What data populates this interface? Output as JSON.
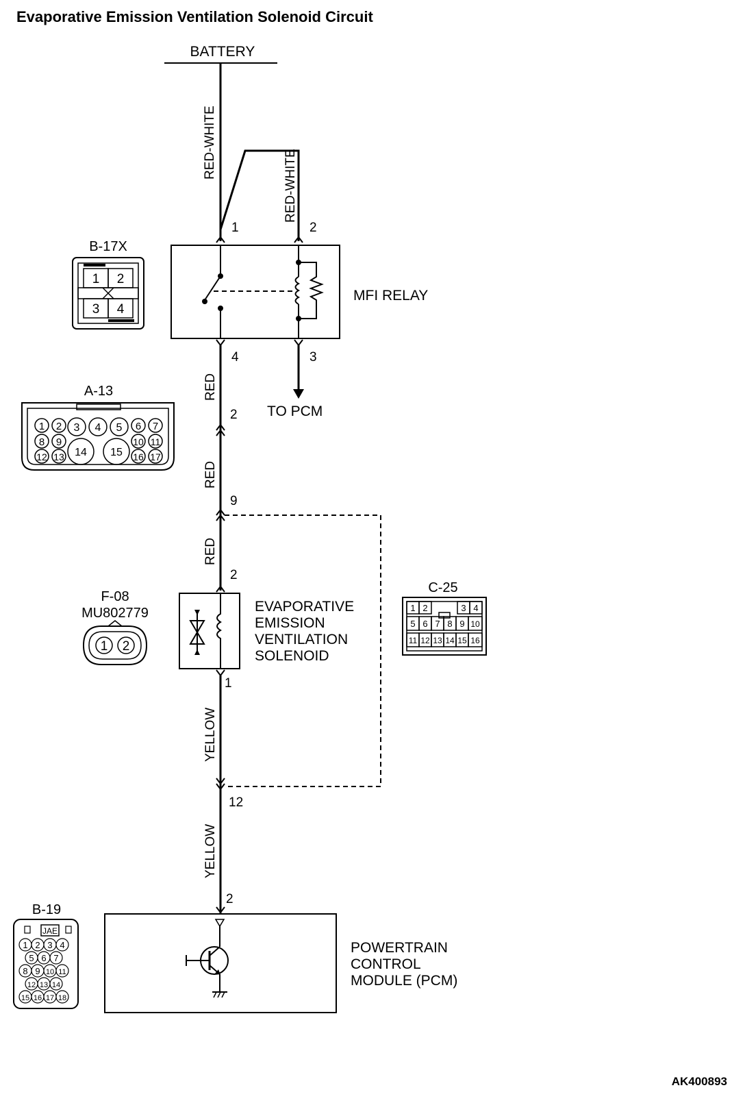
{
  "title": "Evaporative Emission Ventilation Solenoid Circuit",
  "figure_code": "AK400893",
  "battery_label": "BATTERY",
  "wires": {
    "red_white_1": "RED-WHITE",
    "red_white_2": "RED-WHITE",
    "red_a": "RED",
    "red_b": "RED",
    "red_c": "RED",
    "yellow_a": "YELLOW",
    "yellow_b": "YELLOW"
  },
  "terminals": {
    "relay_1": "1",
    "relay_2": "2",
    "relay_4": "4",
    "relay_3": "3",
    "a13_2": "2",
    "a13_9": "9",
    "sol_2": "2",
    "sol_1": "1",
    "c25_12": "12",
    "pcm_2": "2"
  },
  "components": {
    "mfi_relay": "MFI RELAY",
    "to_pcm": "TO PCM",
    "solenoid_lines": [
      "EVAPORATIVE",
      "EMISSION",
      "VENTILATION",
      "SOLENOID"
    ],
    "pcm_lines": [
      "POWERTRAIN",
      "CONTROL",
      "MODULE (PCM)"
    ]
  },
  "connectors": {
    "b17x": {
      "name": "B-17X",
      "pins": [
        "1",
        "2",
        "3",
        "4"
      ]
    },
    "a13": {
      "name": "A-13",
      "row1": [
        "1",
        "2",
        "3",
        "4",
        "5",
        "6",
        "7"
      ],
      "row2": [
        "8",
        "9",
        "10",
        "11"
      ],
      "row3": [
        "12",
        "13",
        "14",
        "15",
        "16",
        "17"
      ]
    },
    "f08": {
      "name": "F-08",
      "part": "MU802779",
      "pins": [
        "1",
        "2"
      ]
    },
    "c25": {
      "name": "C-25",
      "row1": [
        "1",
        "2",
        "3",
        "4"
      ],
      "row2": [
        "5",
        "6",
        "7",
        "8",
        "9",
        "10"
      ],
      "row3": [
        "11",
        "12",
        "13",
        "14",
        "15",
        "16"
      ]
    },
    "b19": {
      "name": "B-19",
      "maker": "JAE",
      "row1": [
        "1",
        "2",
        "3",
        "4"
      ],
      "row2": [
        "5",
        "6",
        "7"
      ],
      "row3": [
        "8",
        "9",
        "10",
        "11"
      ],
      "row4": [
        "12",
        "13",
        "14"
      ],
      "row5": [
        "15",
        "16",
        "17",
        "18"
      ]
    }
  }
}
